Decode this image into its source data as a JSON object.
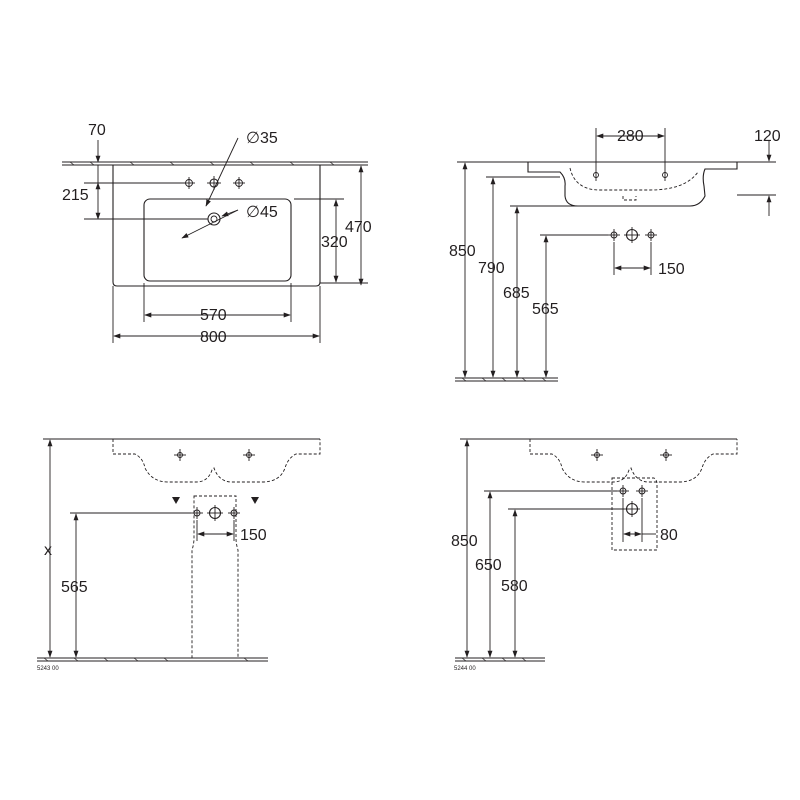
{
  "top_view": {
    "dim_70": "70",
    "dim_215": "215",
    "dim_d35": "∅35",
    "dim_d45": "∅45",
    "dim_320": "320",
    "dim_470": "470",
    "dim_570": "570",
    "dim_800": "800"
  },
  "side_view": {
    "dim_280": "280",
    "dim_120": "120",
    "dim_850": "850",
    "dim_790": "790",
    "dim_685": "685",
    "dim_565": "565",
    "dim_150": "150"
  },
  "pedestal_view": {
    "dim_x": "x",
    "dim_565": "565",
    "dim_150": "150",
    "code": "5243 00"
  },
  "semipedestal_view": {
    "dim_850": "850",
    "dim_650": "650",
    "dim_580": "580",
    "dim_80": "80",
    "code": "5244 00"
  }
}
